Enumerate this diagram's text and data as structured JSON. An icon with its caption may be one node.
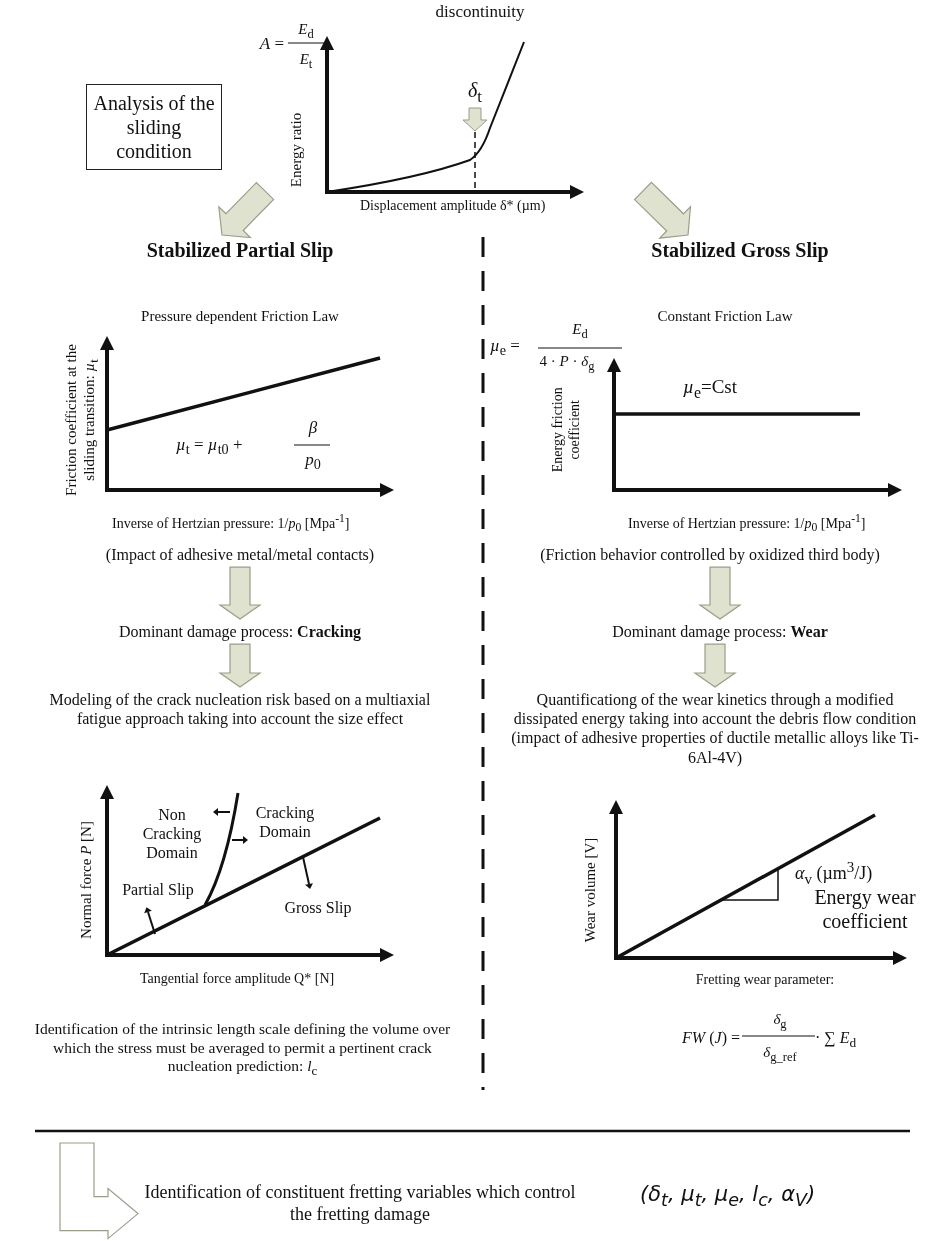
{
  "diagram": {
    "nodes": [
      {
        "text": [
          "Analysis of the sliding condition"
        ]
      },
      {
        "text": [],
        "shape": "picture"
      },
      {
        "text": [
          "Stabilized Partial Slip"
        ]
      },
      {
        "text": [
          "Stabilized Gross Slip"
        ]
      },
      {
        "text": [
          "(Impact of adhesive metal/metal contacts)"
        ]
      },
      {
        "text": [
          "Dominant damage process: **Cracking**"
        ]
      },
      {
        "text": [
          "Modeling of the crack nucleation risk based on a multiaxial fatigue approach taking into account the size effect"
        ]
      },
      {
        "text": [
          "Identification of the intrinsic length scale defining the volume over which the stress must be averaged to permit a pertinent crack nucleation prediction: *l*$_{c}$"
        ]
      },
      {
        "text": [
          "(Friction behavior controlled by oxidized third body)"
        ]
      },
      {
        "text": [
          "Dominant damage process: **Wear**"
        ]
      },
      {
        "text": [
          "Quantificationg of the wear kinetics through a modified dissipated energy taking into account the debris flow condition (impact of adhesive properties of ductile metallic alloys like Ti-6Al-4V)"
        ]
      },
      {
        "text": [
          "Identification of constituent fretting variables which control the fretting damage"
        ]
      }
    ],
    "edges": [
      {
        "from": 1,
        "to": 2,
        "arrow": "to"
      },
      {
        "from": 1,
        "to": 3,
        "arrow": "to"
      },
      {
        "from": 4,
        "to": 5,
        "arrow": "to"
      },
      {
        "from": 5,
        "to": 6,
        "arrow": "to"
      },
      {
        "from": 8,
        "to": 9,
        "arrow": "to"
      },
      {
        "from": 9,
        "to": 10,
        "arrow": "to"
      },
      {
        "from": null,
        "to": 11,
        "arrow": "to"
      }
    ],
    "labels": [
      "discontinuity",
      "*A* =",
      "*E*$_{d}$",
      "*E*$_{t}$",
      "*δ*$_{t}$",
      "Energy ratio",
      "Displacement amplitude δ* (µm)",
      "Pressure dependent Friction Law",
      "Friction coefficient at the sliding transition: *µ*$_{t}$",
      "*µ*$_{t}$ = *µ*$_{t0}$ +",
      "*β*",
      "*p*$_{0}$",
      "Inverse of Hertzian pressure: 1/*p*$_{0}$ [Mpa$^{-1}$]",
      "*µ*$_{e}$ =",
      "*E*$_{d}$",
      "4 · *P* · *δ*$_{g}$",
      "Constant Friction Law",
      "Energy friction coefficient",
      "*µ*$_{e}$=Cst",
      "Inverse of Hertzian pressure: 1/*p*$_{0}$ [Mpa$^{-1}$]",
      "Normal force *P* [N]",
      "Non Cracking Domain",
      "Cracking Domain",
      "Partial Slip",
      "Gross Slip",
      "Tangential force amplitude Q* [N]",
      "Wear volume [V]",
      "*α*$_{v}$ (µm$^{3}$/J)",
      "Energy wear coefficient",
      "Fretting wear parameter:",
      "*FW* (*J*) =",
      "*δ*$_{g}$",
      "*δ*$_{g_ref}$",
      "· ∑ *E*$_{d}$",
      "(δ$_{t}$, μ$_{t}$, μ$_{e}$, l$_{c}$, α$_{V}$)"
    ]
  }
}
